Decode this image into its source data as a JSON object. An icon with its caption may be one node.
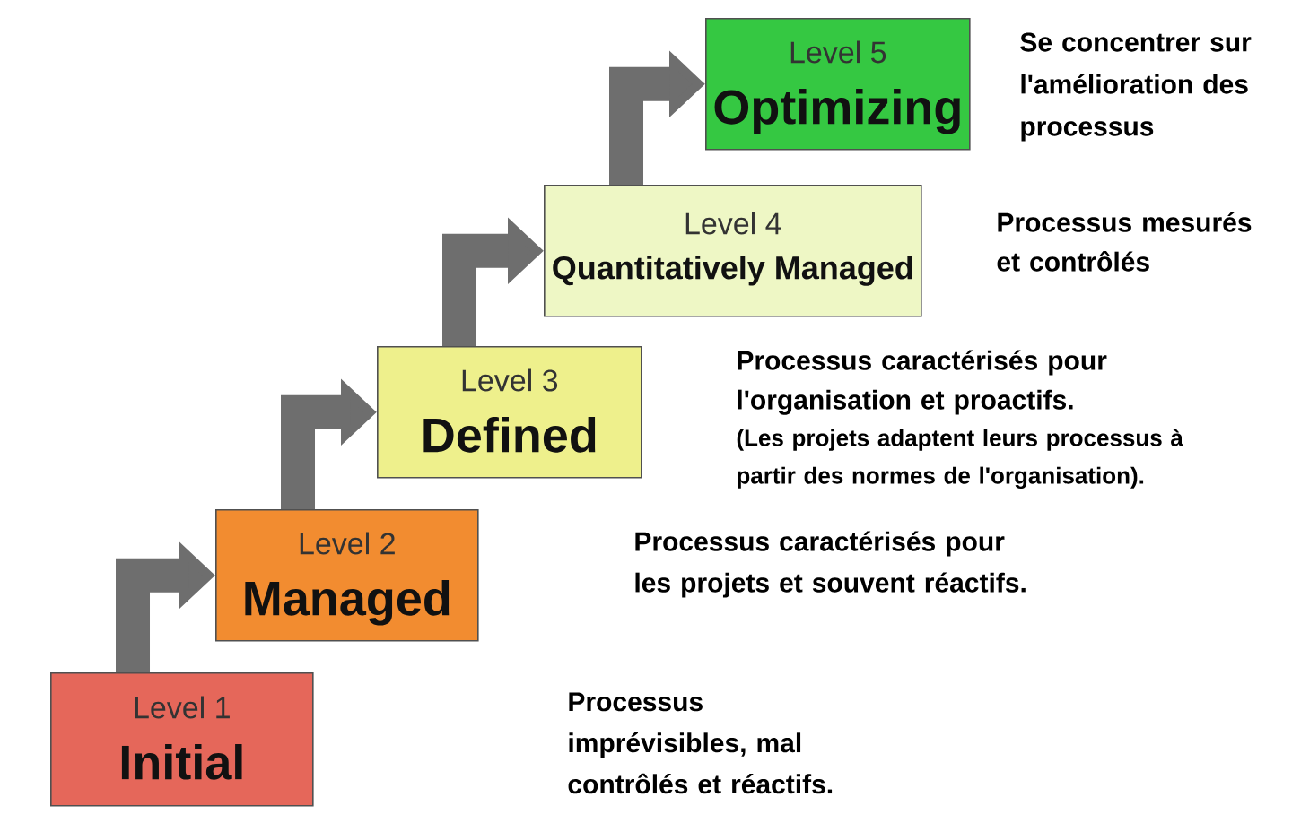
{
  "diagram": {
    "nodes": [
      {
        "text": [
          "Level 1",
          "Initial"
        ]
      },
      {
        "text": [
          "Level 2",
          "Managed"
        ]
      },
      {
        "text": [
          "Level 3",
          "Defined"
        ],
        "beside": [
          "Processus caractérisés pour l'organisation et proactifs.",
          "(Les projets adaptent leurs processus à partir des normes de l'organisation)."
        ]
      },
      {
        "text": [
          "Level 4",
          "Quantitatively Managed"
        ],
        "beside": [
          "Processus mesurés et contrôlés"
        ]
      },
      {
        "text": [
          "Level 5",
          "Optimizing"
        ],
        "beside": [
          "Se concentrer sur l'amélioration des processus"
        ]
      }
    ],
    "edges": [
      {
        "from": 0,
        "to": 1,
        "arrow": "to"
      },
      {
        "from": 1,
        "to": 2,
        "arrow": "to"
      },
      {
        "from": 2,
        "to": 3,
        "arrow": "to"
      },
      {
        "from": 3,
        "to": 4,
        "arrow": "to"
      }
    ],
    "labels": [
      "Processus caractérisés pour les projets et souvent réactifs.",
      "Processus imprévisibles, mal contrôlés et réactifs."
    ]
  }
}
